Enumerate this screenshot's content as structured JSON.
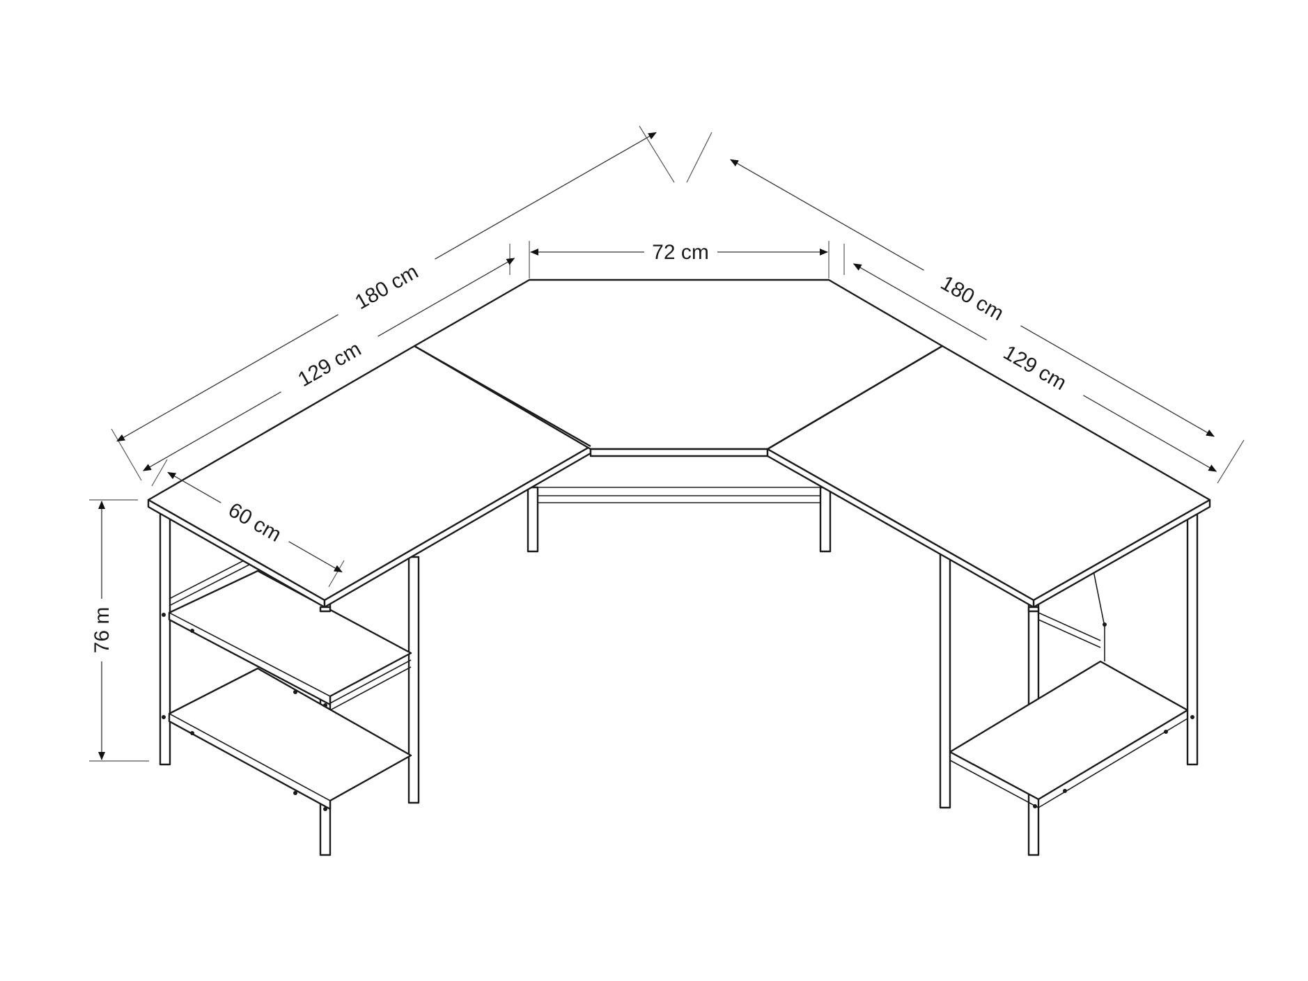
{
  "dimensions": {
    "top_width": "72 cm",
    "left_total_length": "180 cm",
    "left_inner_length": "129 cm",
    "right_total_length": "180 cm",
    "right_inner_length": "129 cm",
    "depth": "60 cm",
    "height": "76 m"
  },
  "colors": {
    "line": "#1a1a1a",
    "background": "#ffffff"
  }
}
